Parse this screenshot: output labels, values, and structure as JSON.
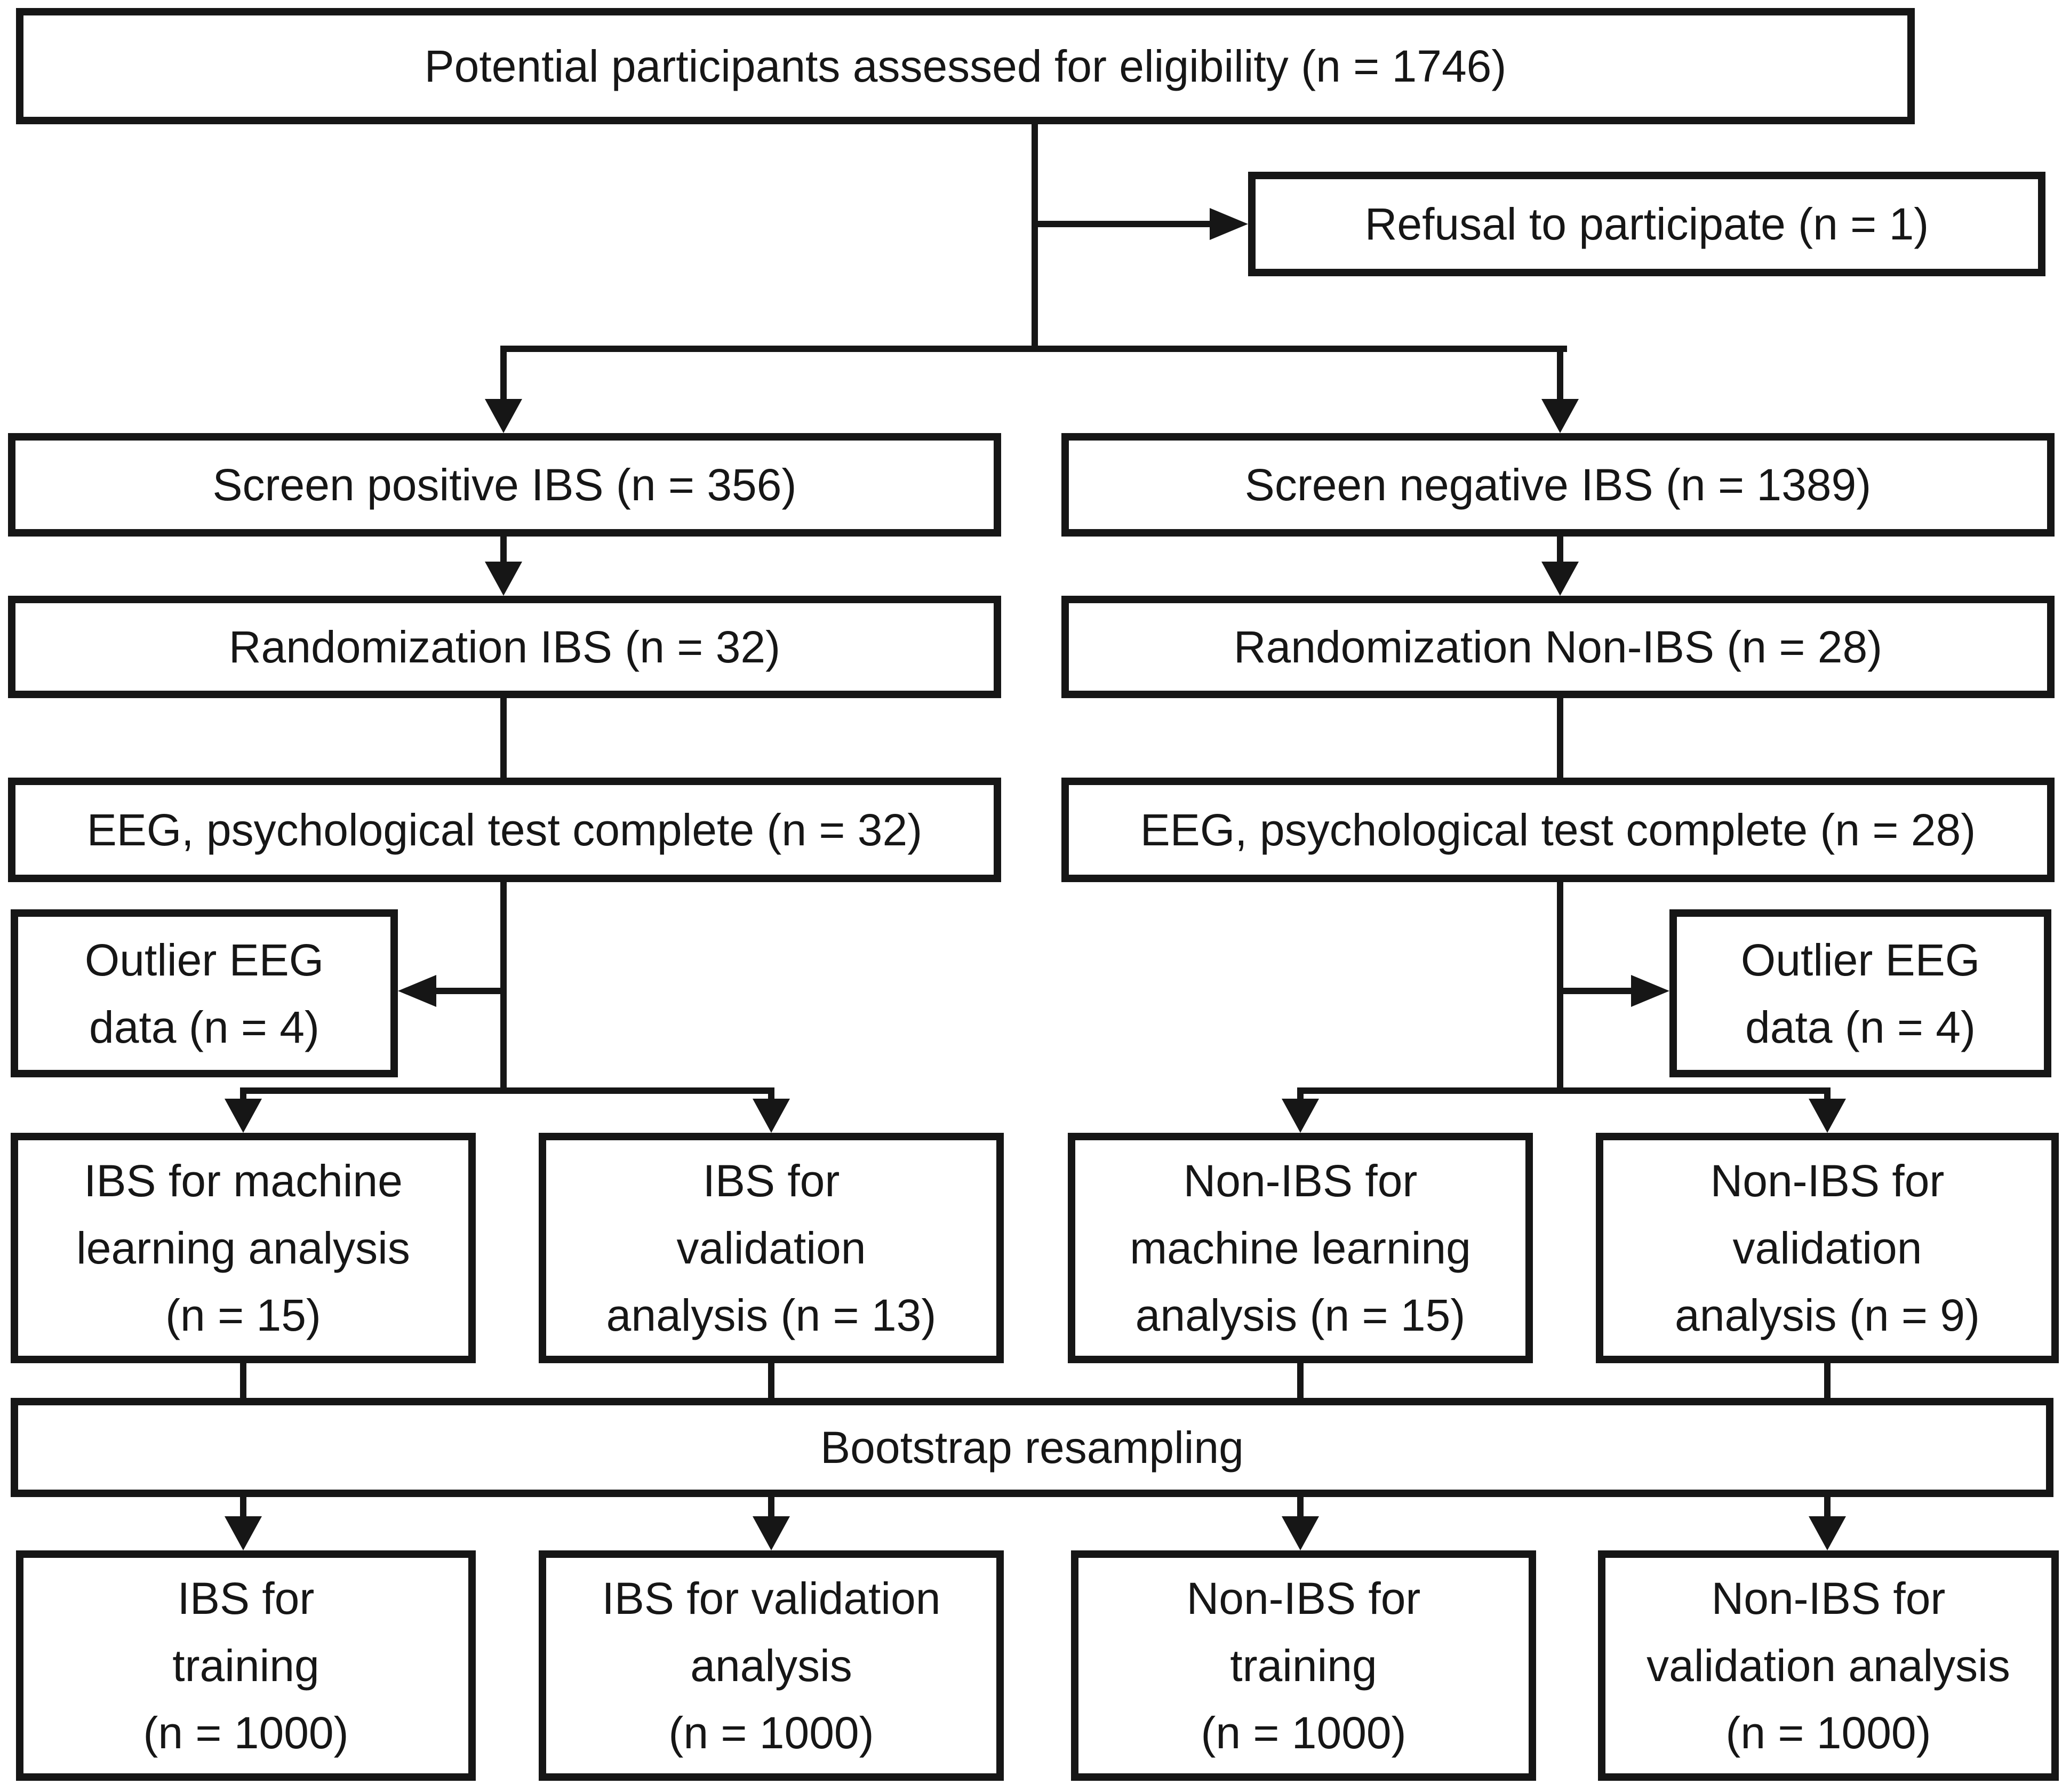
{
  "colors": {
    "line": "#161616",
    "text": "#161616",
    "background": "#ffffff"
  },
  "boxes": {
    "eligibility": {
      "label": "Potential participants assessed for eligibility (n = 1746)"
    },
    "refusal": {
      "label": "Refusal to participate (n = 1)"
    },
    "screen_positive": {
      "label": "Screen positive IBS (n = 356)"
    },
    "screen_negative": {
      "label": "Screen negative IBS (n = 1389)"
    },
    "randomization_ibs": {
      "label": "Randomization IBS (n = 32)"
    },
    "randomization_non_ibs": {
      "label": "Randomization Non-IBS (n = 28)"
    },
    "eeg_ibs": {
      "label": "EEG, psychological test complete (n = 32)"
    },
    "eeg_non_ibs": {
      "label": "EEG, psychological test complete (n = 28)"
    },
    "outlier_ibs": {
      "lines": [
        "Outlier EEG",
        "data (n = 4)"
      ]
    },
    "outlier_non_ibs": {
      "lines": [
        "Outlier EEG",
        "data (n = 4)"
      ]
    },
    "ibs_ml": {
      "lines": [
        "IBS for machine",
        "learning analysis",
        "(n = 15)"
      ]
    },
    "ibs_validation": {
      "lines": [
        "IBS for",
        "validation",
        "analysis (n = 13)"
      ]
    },
    "non_ibs_ml": {
      "lines": [
        "Non-IBS for",
        "machine learning",
        "analysis (n = 15)"
      ]
    },
    "non_ibs_validation": {
      "lines": [
        "Non-IBS for",
        "validation",
        "analysis (n = 9)"
      ]
    },
    "bootstrap": {
      "label": "Bootstrap resampling"
    },
    "ibs_training": {
      "lines": [
        "IBS for",
        "training",
        "(n = 1000)"
      ]
    },
    "ibs_validation_bootstrap": {
      "lines": [
        "IBS for validation",
        "analysis",
        "(n = 1000)"
      ]
    },
    "non_ibs_training": {
      "lines": [
        "Non-IBS for",
        "training",
        "(n = 1000)"
      ]
    },
    "non_ibs_validation_bootstrap": {
      "lines": [
        "Non-IBS for",
        "validation analysis",
        "(n = 1000)"
      ]
    }
  }
}
